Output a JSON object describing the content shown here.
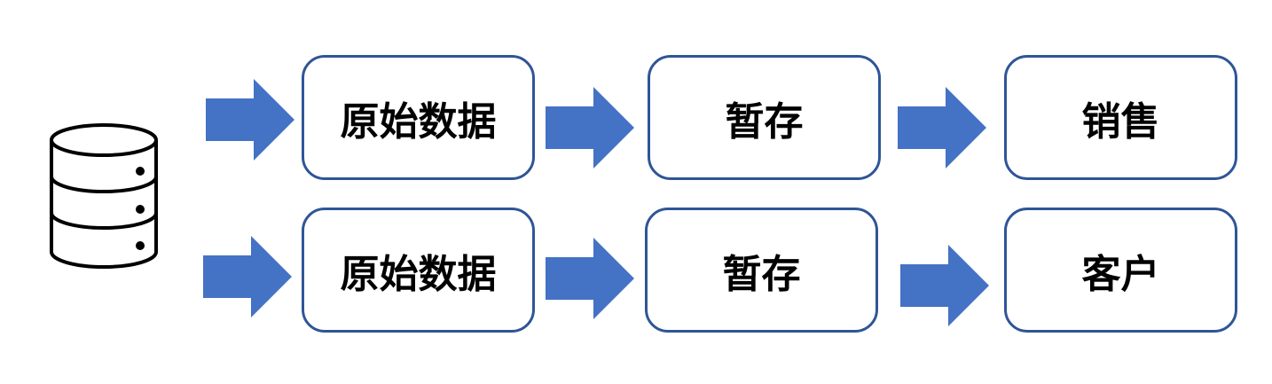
{
  "diagram": {
    "rows": [
      {
        "id": "row-1",
        "steps": [
          "原始数据",
          "暂存",
          "销售"
        ]
      },
      {
        "id": "row-2",
        "steps": [
          "原始数据",
          "暂存",
          "客户"
        ]
      }
    ],
    "source_icon": "database-icon",
    "arrow_icon": "right-arrow-icon"
  },
  "colors": {
    "box_border": "#2f5597",
    "arrow_fill": "#4472c4",
    "icon_stroke": "#000000"
  }
}
